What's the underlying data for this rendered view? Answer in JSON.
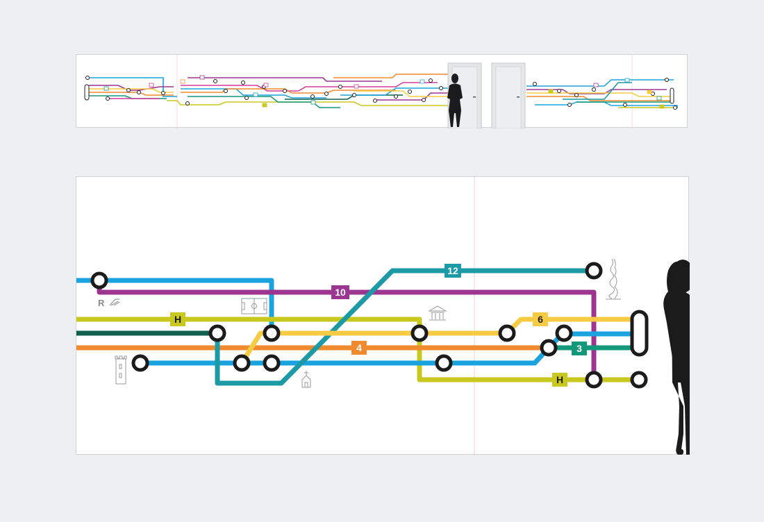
{
  "colors": {
    "background": "#edeff2",
    "panel": "#ffffff",
    "line_blue": "#1aa3de",
    "line_purple": "#9c3590",
    "line_lime": "#c8c81e",
    "line_darkgreen": "#0e5e4e",
    "line_orange": "#ef8a2e",
    "line_teal": "#1c9aa6",
    "line_yellow": "#f7cc44",
    "line_green": "#14987a",
    "line_magenta": "#d6389a",
    "station_stroke": "#1b1b1b",
    "icon_stroke": "#9a9a9a"
  },
  "detail": {
    "line_labels": {
      "line_12": "12",
      "line_10": "10",
      "line_h_top": "H",
      "line_4": "4",
      "line_6": "6",
      "line_3": "3",
      "line_h_bottom": "H"
    },
    "poi_letter": "R"
  },
  "icons": [
    "football-field-icon",
    "museum-icon",
    "tower-icon",
    "church-icon",
    "fountain-icon",
    "bicycle-icon",
    "door-icon",
    "person-silhouette-icon"
  ]
}
